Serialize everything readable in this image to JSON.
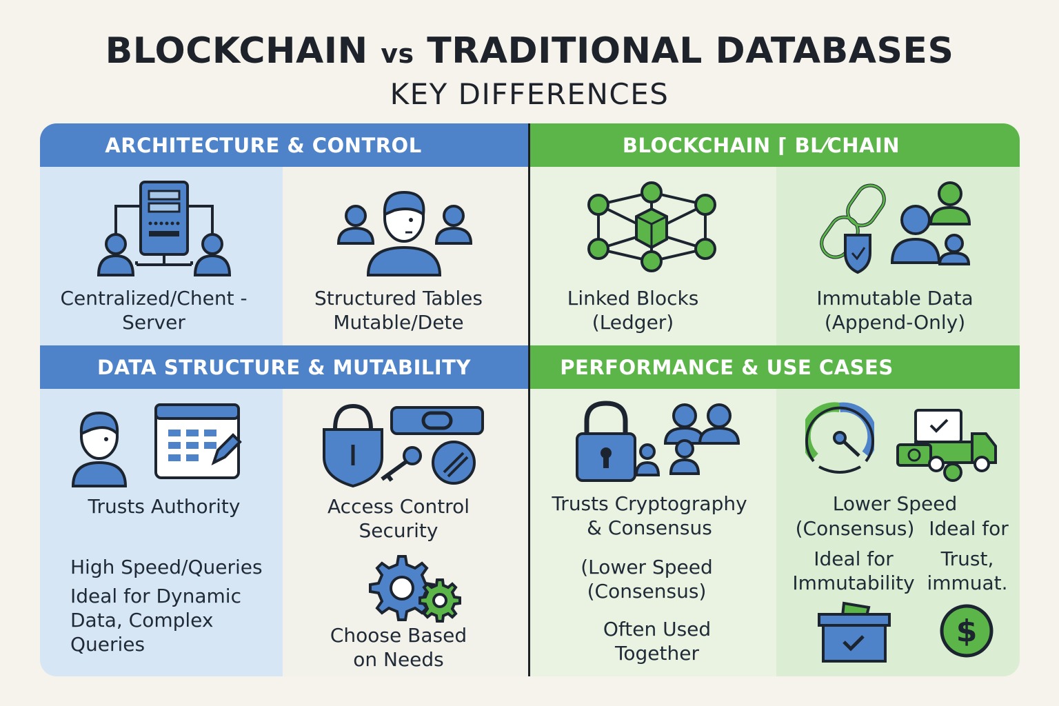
{
  "header": {
    "title_part1": "BLOCKCHAIN",
    "title_vs": "vs",
    "title_part2": "TRADITIONAL DATABASES",
    "subtitle": "KEY DIFFERENCES"
  },
  "bands": {
    "architecture": "ARCHITECTURE & CONTROL",
    "blockchain": "BLOCKCHAIN ⌈   BL⁄CHAIN",
    "data_structure": "DATA STRUCTURE & MUTABILITY",
    "performance": "PERFORMANCE & USE CASES"
  },
  "cells": {
    "centralized_1": "Centralized/Chent -",
    "centralized_2": "Server",
    "structured_1": "Structured Tables",
    "structured_2": "Mutable/Dete",
    "linked_1": "Linked Blocks",
    "linked_2": "(Ledger)",
    "immutable_1": "Immutable Data",
    "immutable_2": "(Append-Only)",
    "trusts_authority": "Trusts Authority",
    "high_speed": "High Speed/Queries",
    "ideal_dynamic_1": "Ideal for Dynamic",
    "ideal_dynamic_2": "Data, Complex",
    "ideal_dynamic_3": "Queries",
    "access_1": "Access Control",
    "access_2": "Security",
    "choose_1": "Choose Based",
    "choose_2": "on Needs",
    "trusts_crypto_1": "Trusts Cryptography",
    "trusts_crypto_2": "& Consensus",
    "lower_speed_mid_1": "(Lower Speed",
    "lower_speed_mid_2": "(Consensus)",
    "often_1": "Often Used",
    "often_2": "Together",
    "lower_speed_r": "Lower Speed",
    "consensus_r": "(Consensus)",
    "ideal_for_r": "Ideal for",
    "ideal_for_imm_1": "Ideal for",
    "ideal_for_imm_2": "Immutability",
    "trust_1": "Trust,",
    "trust_2": "immuat."
  },
  "colors": {
    "blue": "#4f83c9",
    "green": "#5cb548",
    "ink": "#1c2430"
  }
}
